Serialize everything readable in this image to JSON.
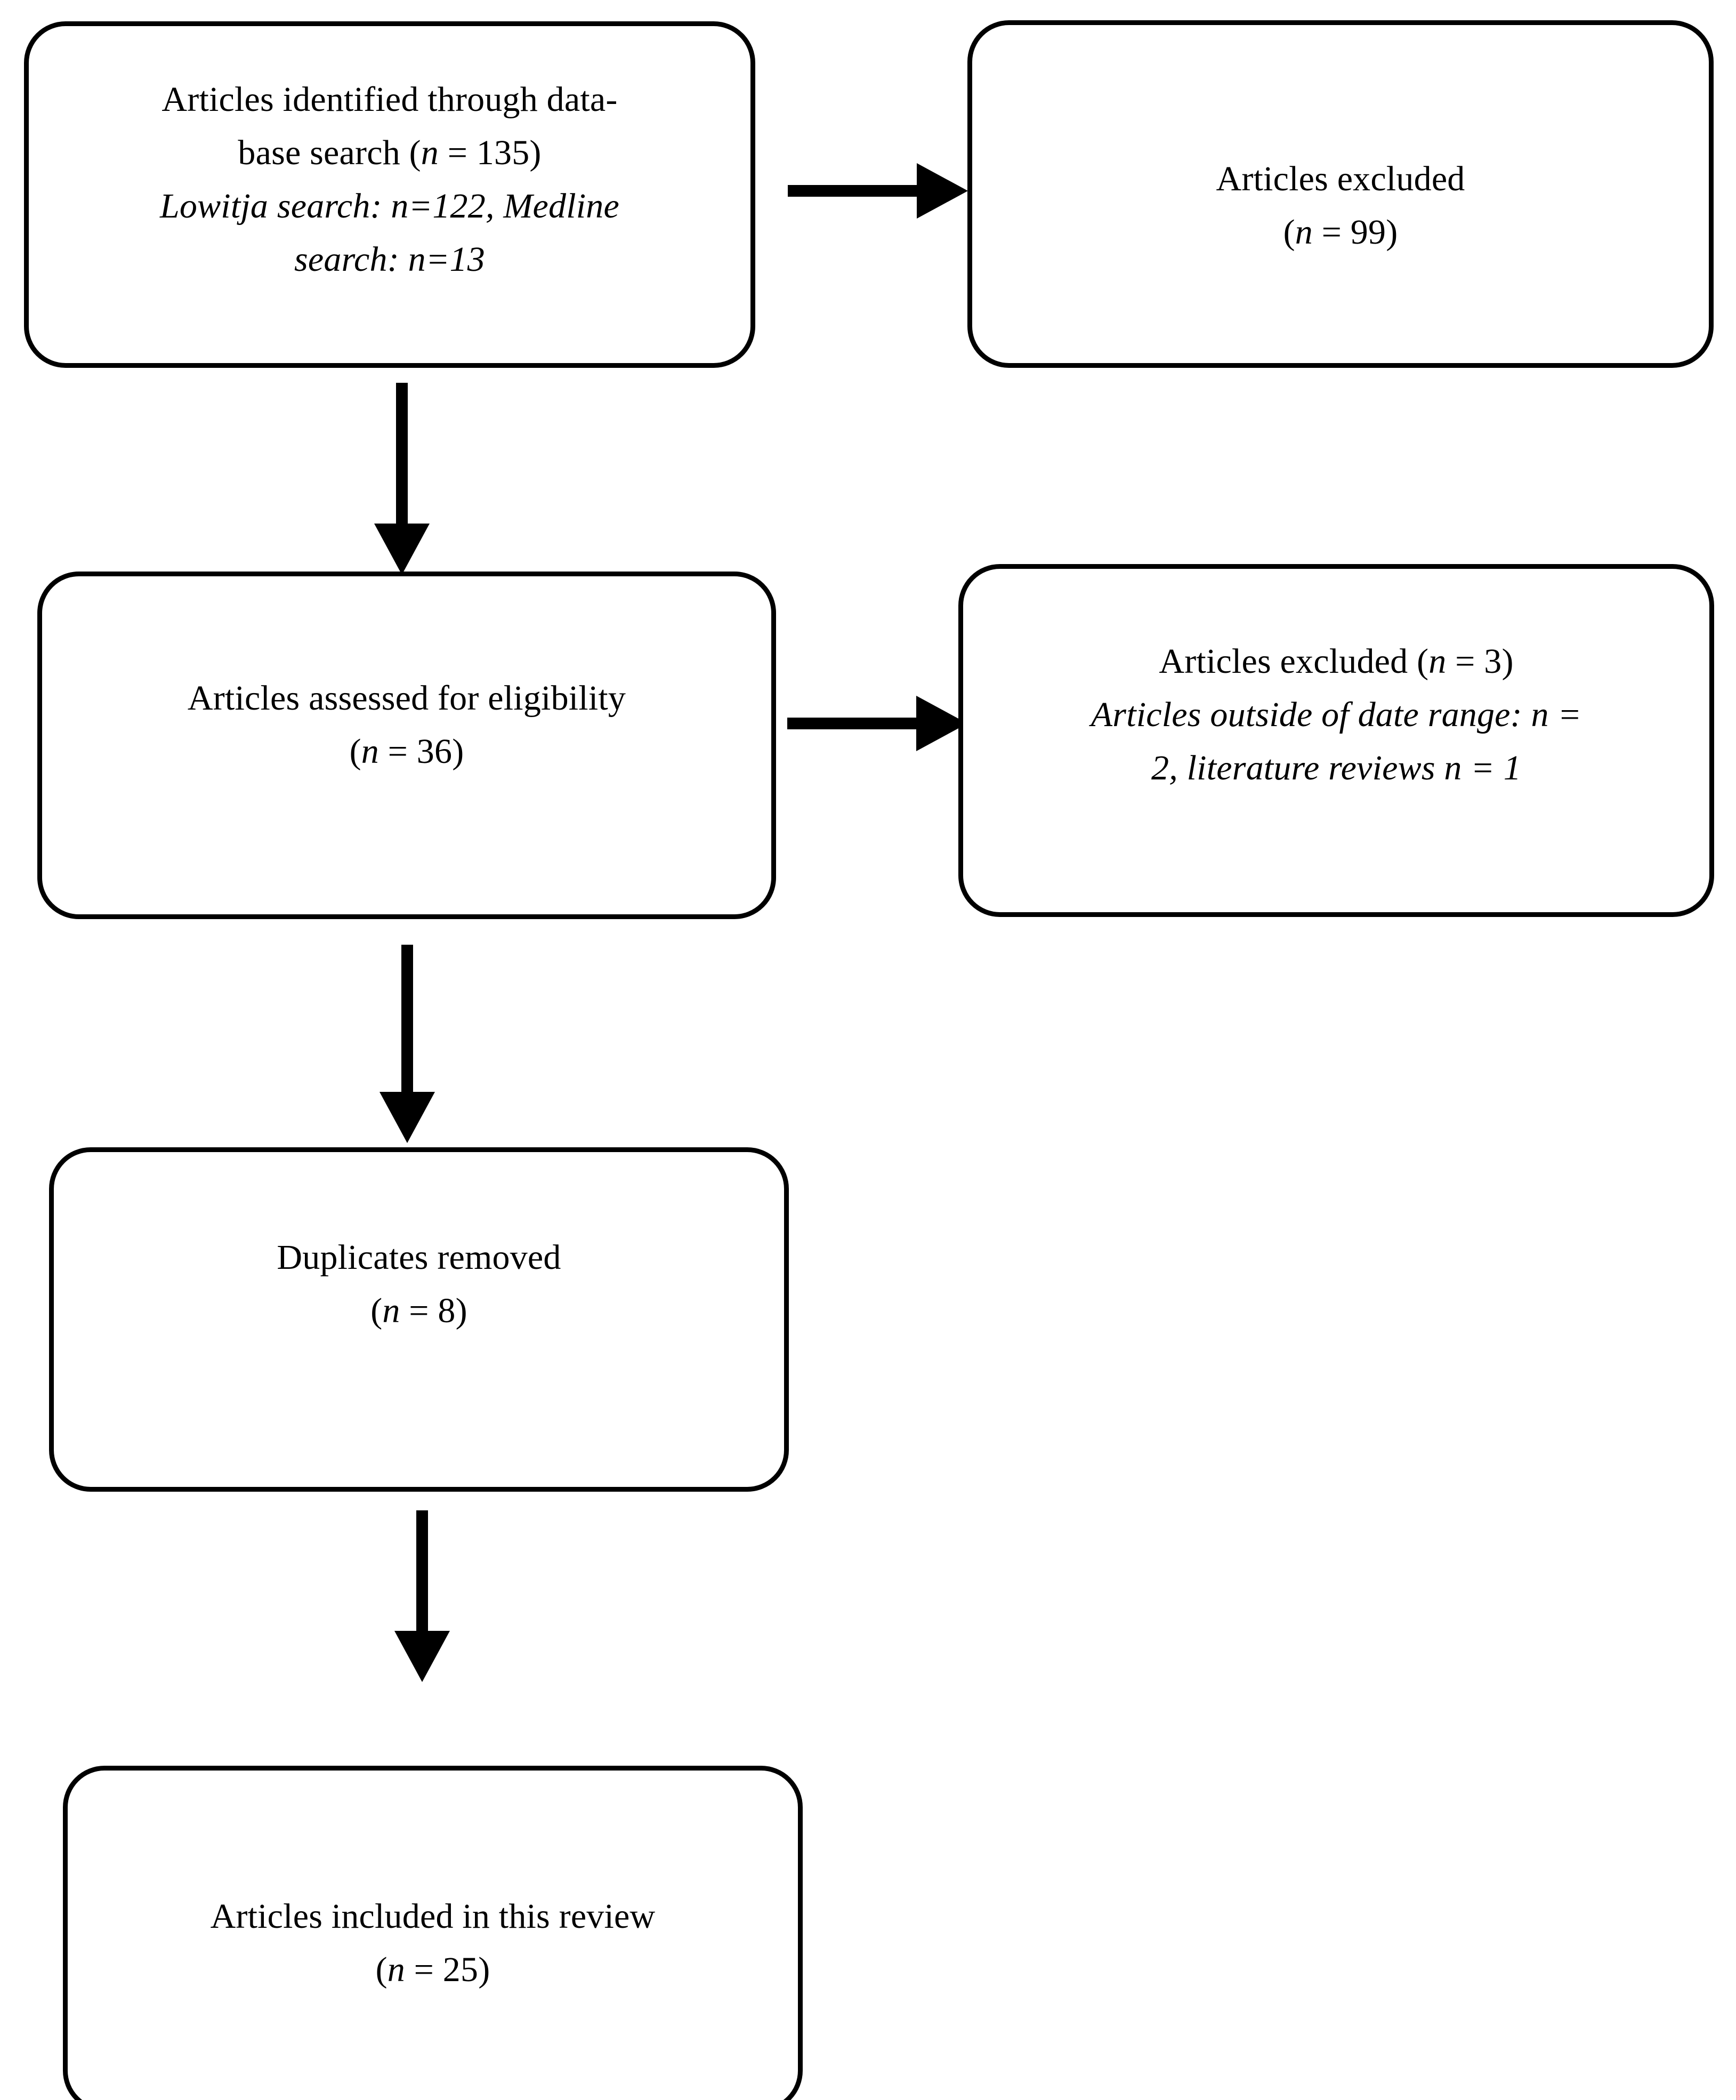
{
  "diagram": {
    "type": "prisma-flow-diagram",
    "boxes": [
      {
        "id": "identified",
        "lines": [
          {
            "text": "Articles identified through data-",
            "style": "normal"
          },
          {
            "text": "base search (n = 135)",
            "style": "normal",
            "italic_token": "n"
          },
          {
            "text": "Lowitja search: n=122, Medline",
            "style": "italic"
          },
          {
            "text": "search: n=13",
            "style": "italic"
          }
        ]
      },
      {
        "id": "excluded-1",
        "lines": [
          {
            "text": "Articles excluded",
            "style": "normal"
          },
          {
            "text": "(n = 99)",
            "style": "normal",
            "italic_token": "n"
          }
        ]
      },
      {
        "id": "eligibility",
        "lines": [
          {
            "text": "Articles assessed for eligibility",
            "style": "normal"
          },
          {
            "text": "(n = 36)",
            "style": "normal",
            "italic_token": "n"
          }
        ]
      },
      {
        "id": "excluded-2",
        "lines": [
          {
            "text": "Articles excluded (n = 3)",
            "style": "normal",
            "italic_token": "n"
          },
          {
            "text": "Articles outside of date range: n =",
            "style": "italic"
          },
          {
            "text": "2, literature reviews n = 1",
            "style": "italic"
          }
        ]
      },
      {
        "id": "duplicates",
        "lines": [
          {
            "text": "Duplicates removed",
            "style": "normal"
          },
          {
            "text": "(n = 8)",
            "style": "normal",
            "italic_token": "n"
          }
        ]
      },
      {
        "id": "included",
        "lines": [
          {
            "text": "Articles included in this review",
            "style": "normal"
          },
          {
            "text": "(n = 25)",
            "style": "normal",
            "italic_token": "n"
          }
        ]
      }
    ]
  },
  "box_identified": {
    "line1": "Articles identified through data-",
    "line2_pre": "base search (",
    "line2_n": "n",
    "line2_post": " = 135)",
    "line3": "Lowitja search: n=122, Medline",
    "line4": "search: n=13"
  },
  "box_excluded_1": {
    "line1": "Articles excluded",
    "line2_pre": "(",
    "line2_n": "n",
    "line2_post": " = 99)"
  },
  "box_eligibility": {
    "line1": "Articles assessed for eligibility",
    "line2_pre": "(",
    "line2_n": "n",
    "line2_post": " = 36)"
  },
  "box_excluded_2": {
    "line1_pre": "Articles excluded (",
    "line1_n": "n",
    "line1_post": " = 3)",
    "line2": "Articles outside of date range: n =",
    "line3": "2, literature reviews n = 1"
  },
  "box_duplicates": {
    "line1": "Duplicates removed",
    "line2_pre": "(",
    "line2_n": "n",
    "line2_post": " = 8)"
  },
  "box_included": {
    "line1": "Articles included in this review",
    "line2_pre": "(",
    "line2_n": "n",
    "line2_post": " = 25)"
  },
  "colors": {
    "stroke": "#000000",
    "fill": "#ffffff",
    "text": "#000000"
  }
}
